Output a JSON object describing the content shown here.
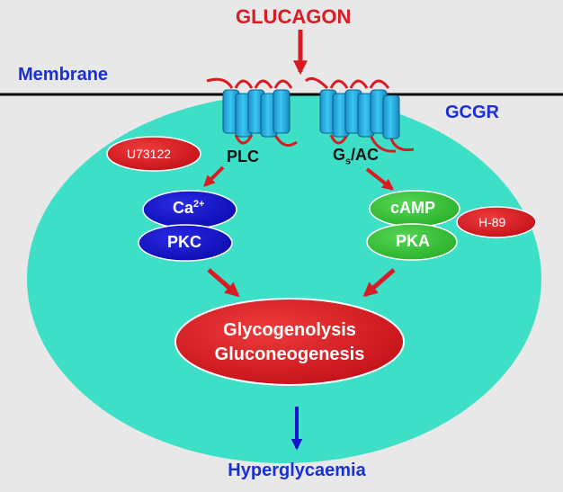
{
  "labels": {
    "glucagon": "GLUCAGON",
    "membrane": "Membrane",
    "receptor": "GCGR",
    "plc": "PLC",
    "gs_g": "G",
    "gs_sub": "s",
    "gs_rest": "/AC",
    "inhibitor_plc": "U73122",
    "ca_base": "Ca",
    "ca_sup": "2+",
    "pkc": "PKC",
    "camp": "cAMP",
    "pka": "PKA",
    "inhibitor_pka": "H-89",
    "process_1": "Glycogenolysis",
    "process_2": "Gluconeogenesis",
    "outcome": "Hyperglycaemia"
  },
  "colors": {
    "background": "#e8e8e8",
    "cell": "#3ddfc6",
    "red": "#d91c24",
    "blue_node": "#1414cc",
    "green_node": "#3bc43b",
    "receptor": "#23b5e8",
    "text_blue": "#1a2fd6"
  }
}
